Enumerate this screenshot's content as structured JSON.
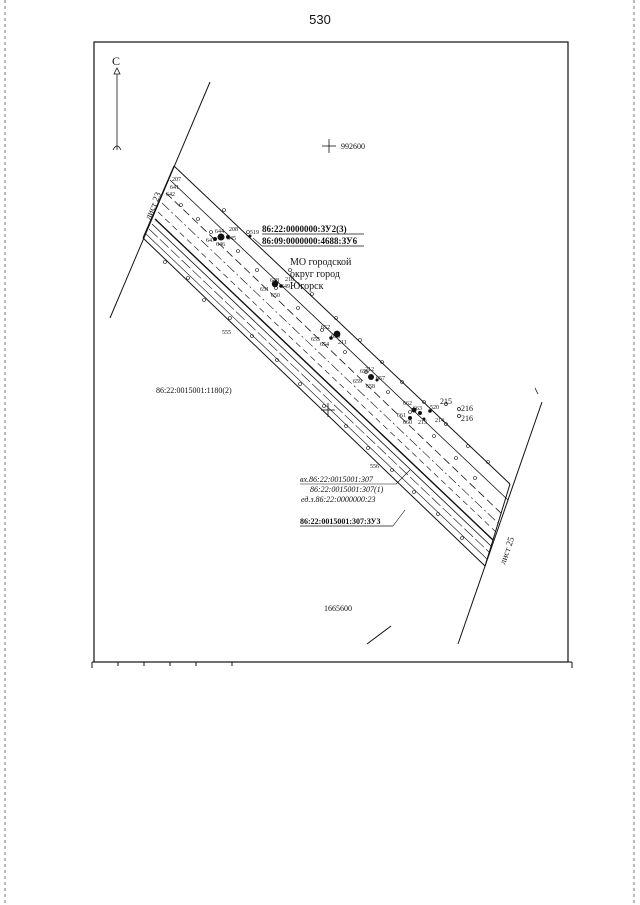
{
  "page_number": "530",
  "compass": {
    "north_letter": "С"
  },
  "coords": {
    "northing": "992600",
    "easting": "1665600"
  },
  "sheets": {
    "sheet_left": "лист 23",
    "sheet_right": "лист 25"
  },
  "municipality": {
    "line1": "МО городской",
    "line2": "округ город",
    "line3": "Югорск"
  },
  "parcels": {
    "upper_1": "86:22:0000000:ЗУ2(3)",
    "upper_2": "86:09:0000000:4688:ЗУ6",
    "left": "86:22:0015001:1180(2)",
    "lower_1": "вх.86:22:0015001:307",
    "lower_2": "86:22:0015001:307(1)",
    "lower_3": "ед.з.86:22:0000000:23",
    "lower_main": "86:22:0015001:307:ЗУ3"
  },
  "points": {
    "p207": "207",
    "p641": "641",
    "p642": "642",
    "p208": "208",
    "p519": "519",
    "p644": "644",
    "p645": "645",
    "p647": "647",
    "p646": "646",
    "p210": "210",
    "p648": "648",
    "p649": "649",
    "p651": "651",
    "p650": "650",
    "p555a": "555",
    "p652": "652",
    "p653": "653",
    "p655": "655",
    "p654": "654",
    "p211": "211",
    "p212": "212",
    "p656": "656",
    "p657": "657",
    "p659": "659",
    "p658": "658",
    "p215": "215",
    "p216a": "216",
    "p216b": "216",
    "p662": "662",
    "p663": "663",
    "p520": "520",
    "p661": "661",
    "p660": "660",
    "p213": "213",
    "p214": "214",
    "p556": "556"
  }
}
